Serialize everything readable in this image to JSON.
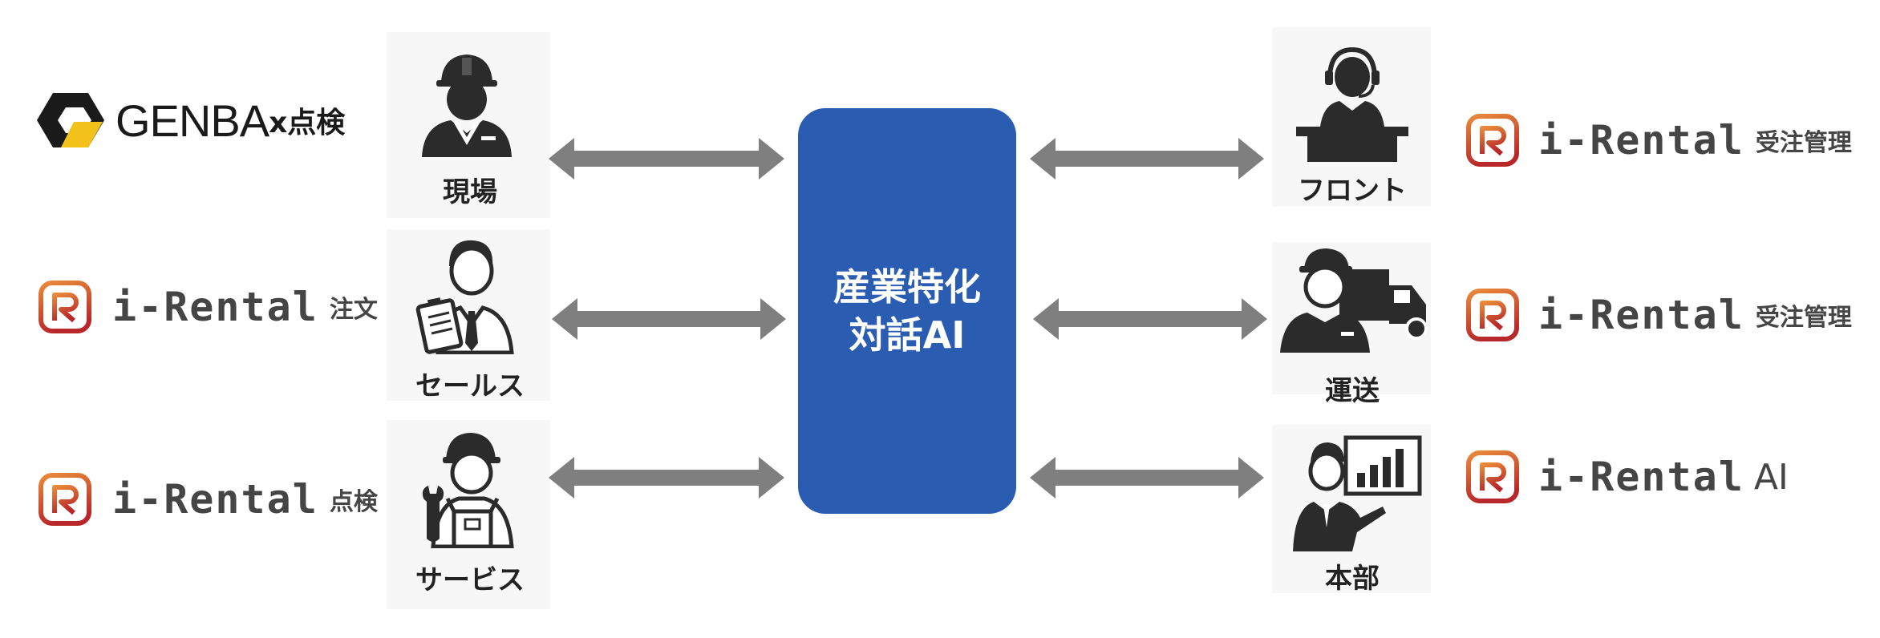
{
  "center": {
    "line1": "産業特化",
    "line2": "対話AI"
  },
  "left_roles": [
    {
      "label": "現場",
      "icon": "construction-worker-icon"
    },
    {
      "label": "セールス",
      "icon": "salesperson-clipboard-icon"
    },
    {
      "label": "サービス",
      "icon": "service-mechanic-icon"
    }
  ],
  "right_roles": [
    {
      "label": "フロント",
      "icon": "front-desk-operator-icon"
    },
    {
      "label": "運送",
      "icon": "delivery-truck-driver-icon"
    },
    {
      "label": "本部",
      "icon": "headquarters-presenter-icon"
    }
  ],
  "left_systems": [
    {
      "name": "GENBA",
      "sub": "x点検",
      "icon": "genba-hexagon-logo"
    },
    {
      "name": "i-Rental",
      "sub": "注文",
      "icon": "i-rental-logo"
    },
    {
      "name": "i-Rental",
      "sub": "点検",
      "icon": "i-rental-logo"
    }
  ],
  "right_systems": [
    {
      "name": "i-Rental",
      "sub": "受注管理",
      "icon": "i-rental-logo"
    },
    {
      "name": "i-Rental",
      "sub": "受注管理",
      "icon": "i-rental-logo"
    },
    {
      "name": "i-Rental",
      "sub": "AI",
      "icon": "i-rental-logo"
    }
  ],
  "colors": {
    "center_box": "#2a5cb2",
    "arrow": "#7f7f7f",
    "logo_orange": "#e0642a",
    "logo_red": "#b22a2a"
  }
}
